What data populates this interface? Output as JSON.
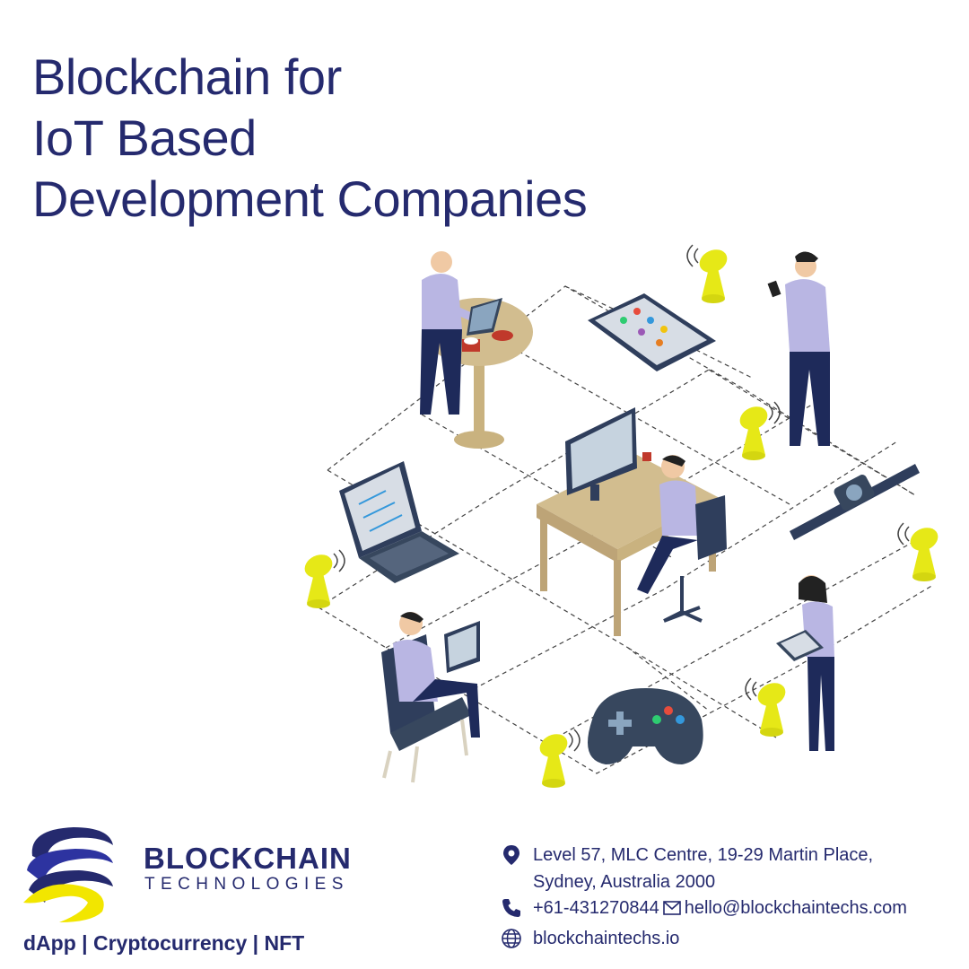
{
  "headline": {
    "line1": "Blockchain for",
    "line2": "IoT Based",
    "line3": "Development Companies"
  },
  "brand": {
    "name": "BLOCKCHAIN",
    "subtitle": "TECHNOLOGIES",
    "tagline": "dApp | Cryptocurrency | NFT"
  },
  "contact": {
    "address_line1": "Level 57, MLC Centre, 19-29 Martin Place,",
    "address_line2": "Sydney, Australia 2000",
    "phone": "+61-431270844",
    "email": "hello@blockchaintechs.com",
    "website": "blockchaintechs.io"
  },
  "icons": {
    "address": "location-pin-icon",
    "phone": "phone-icon",
    "email": "envelope-icon",
    "website": "globe-icon"
  },
  "colors": {
    "brand_navy": "#252a6e",
    "accent_yellow": "#f2e600",
    "iot_yellow": "#e6e817",
    "shirt_lavender": "#b9b6e3",
    "furniture_tan": "#d2bd8f"
  }
}
